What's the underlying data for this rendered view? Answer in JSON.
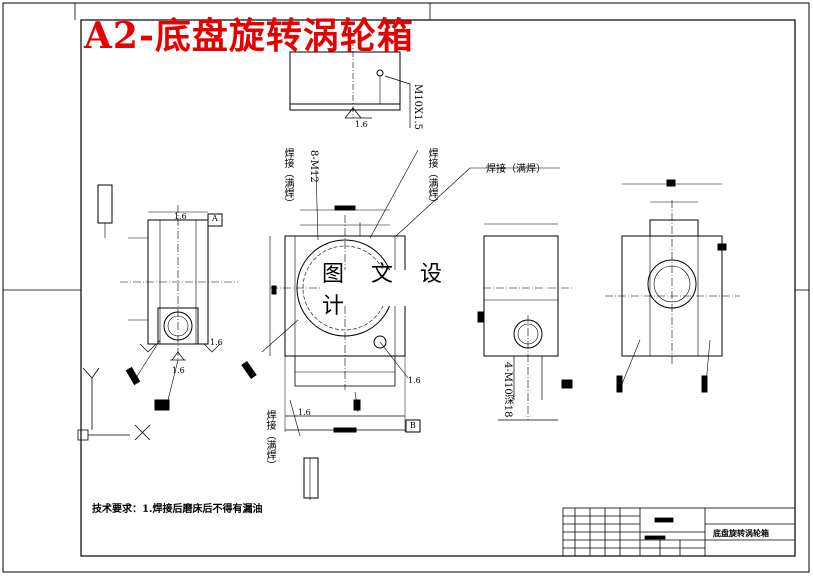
{
  "title": "A2-底盘旋转涡轮箱",
  "watermark": "图 文 设 计",
  "technical_requirements": "技术要求：1.焊接后磨床后不得有漏油",
  "labels": {
    "weld_full": "焊接（满焊）",
    "weld_left": "焊接（满焊）",
    "weld_right": "焊接（满焊）",
    "weld_bottom": "焊接（满焊）",
    "m10": "M10X1.5",
    "hole_8": "8-M12",
    "hole_4": "4-M10深18",
    "rough_top": "1.6",
    "rough_a": "1.6",
    "rough_b": "1.6",
    "rough_c": "1.6",
    "rough_d": "1.6",
    "rough_e": "1.6",
    "datum_a": "A",
    "datum_b": "B"
  },
  "title_block": {
    "drawing_name": "底盘旋转涡轮箱"
  },
  "colors": {
    "title": "#e60000",
    "line": "#000000",
    "background": "#ffffff"
  }
}
